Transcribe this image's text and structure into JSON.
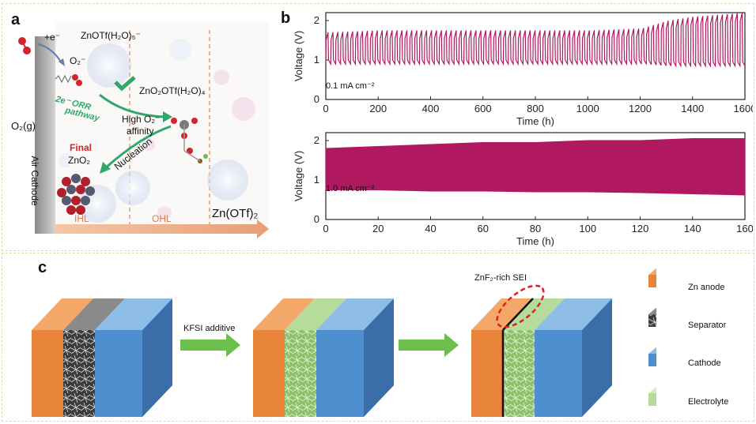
{
  "panels": {
    "a": {
      "letter": "a",
      "label_electron": "+e⁻",
      "label_superoxide": "O₂⁻",
      "label_complex1": "ZnOTf(H₂O)₅⁻",
      "label_complex2": "ZnO₂OTf(H₂O)₄",
      "label_pathway_line1": "2e⁻ ORR",
      "label_pathway_line2": "pathway",
      "label_affinity_line1": "High O₂⁻",
      "label_affinity_line2": "affinity",
      "label_nucleation": "Nucleation",
      "label_final": "Final",
      "label_zno2": "ZnO₂",
      "label_o2g": "O₂(g)",
      "label_cathode": "Air Cathode",
      "label_ihl": "IHL",
      "label_ohl": "OHL",
      "label_electrolyte": "Zn(OTf)₂"
    },
    "b": {
      "letter": "b",
      "annotation_top": "0.1 mA cm⁻²",
      "annotation_bottom": "1.0 mA cm⁻²"
    },
    "c": {
      "letter": "c",
      "arrow1_label": "KFSI additive",
      "sei_label": "ZnF₂-rich SEI",
      "legend": [
        {
          "label": "Zn anode",
          "color": "#e8843a"
        },
        {
          "label": "Separator",
          "color": "#555555"
        },
        {
          "label": "Cathode",
          "color": "#4f8fd0"
        },
        {
          "label": "Electrolyte",
          "color": "#b5dc9a"
        }
      ]
    }
  },
  "chart_data": [
    {
      "type": "line",
      "xlabel": "Time (h)",
      "ylabel": "Voltage (V)",
      "xlim": [
        0,
        1600
      ],
      "ylim": [
        0,
        2.2
      ],
      "xticks": [
        0,
        200,
        400,
        600,
        800,
        1000,
        1200,
        1400,
        1600
      ],
      "yticks": [
        0,
        1,
        2
      ],
      "color": "#b0195f",
      "series": [
        {
          "x": [
            0,
            200,
            400,
            600,
            800,
            1000,
            1200,
            1300,
            1400,
            1500,
            1600
          ],
          "charge_upper": [
            1.7,
            1.75,
            1.75,
            1.75,
            1.75,
            1.75,
            1.8,
            2.0,
            2.1,
            2.15,
            2.2
          ],
          "discharge_lower": [
            0.9,
            0.9,
            0.9,
            0.9,
            0.9,
            0.9,
            0.9,
            0.85,
            0.85,
            0.85,
            0.85
          ]
        }
      ]
    },
    {
      "type": "area",
      "xlabel": "Time (h)",
      "ylabel": "Voltage (V)",
      "xlim": [
        0,
        160
      ],
      "ylim": [
        0,
        2.2
      ],
      "xticks": [
        0,
        20,
        40,
        60,
        80,
        100,
        120,
        140,
        160
      ],
      "yticks": [
        0,
        1,
        2
      ],
      "color": "#b0195f",
      "series": [
        {
          "x": [
            0,
            20,
            40,
            60,
            80,
            100,
            120,
            140,
            160
          ],
          "upper": [
            1.8,
            1.85,
            1.9,
            1.95,
            1.95,
            2.0,
            2.0,
            2.05,
            2.05
          ],
          "lower": [
            0.75,
            0.75,
            0.72,
            0.72,
            0.7,
            0.7,
            0.68,
            0.65,
            0.62
          ]
        }
      ]
    }
  ]
}
